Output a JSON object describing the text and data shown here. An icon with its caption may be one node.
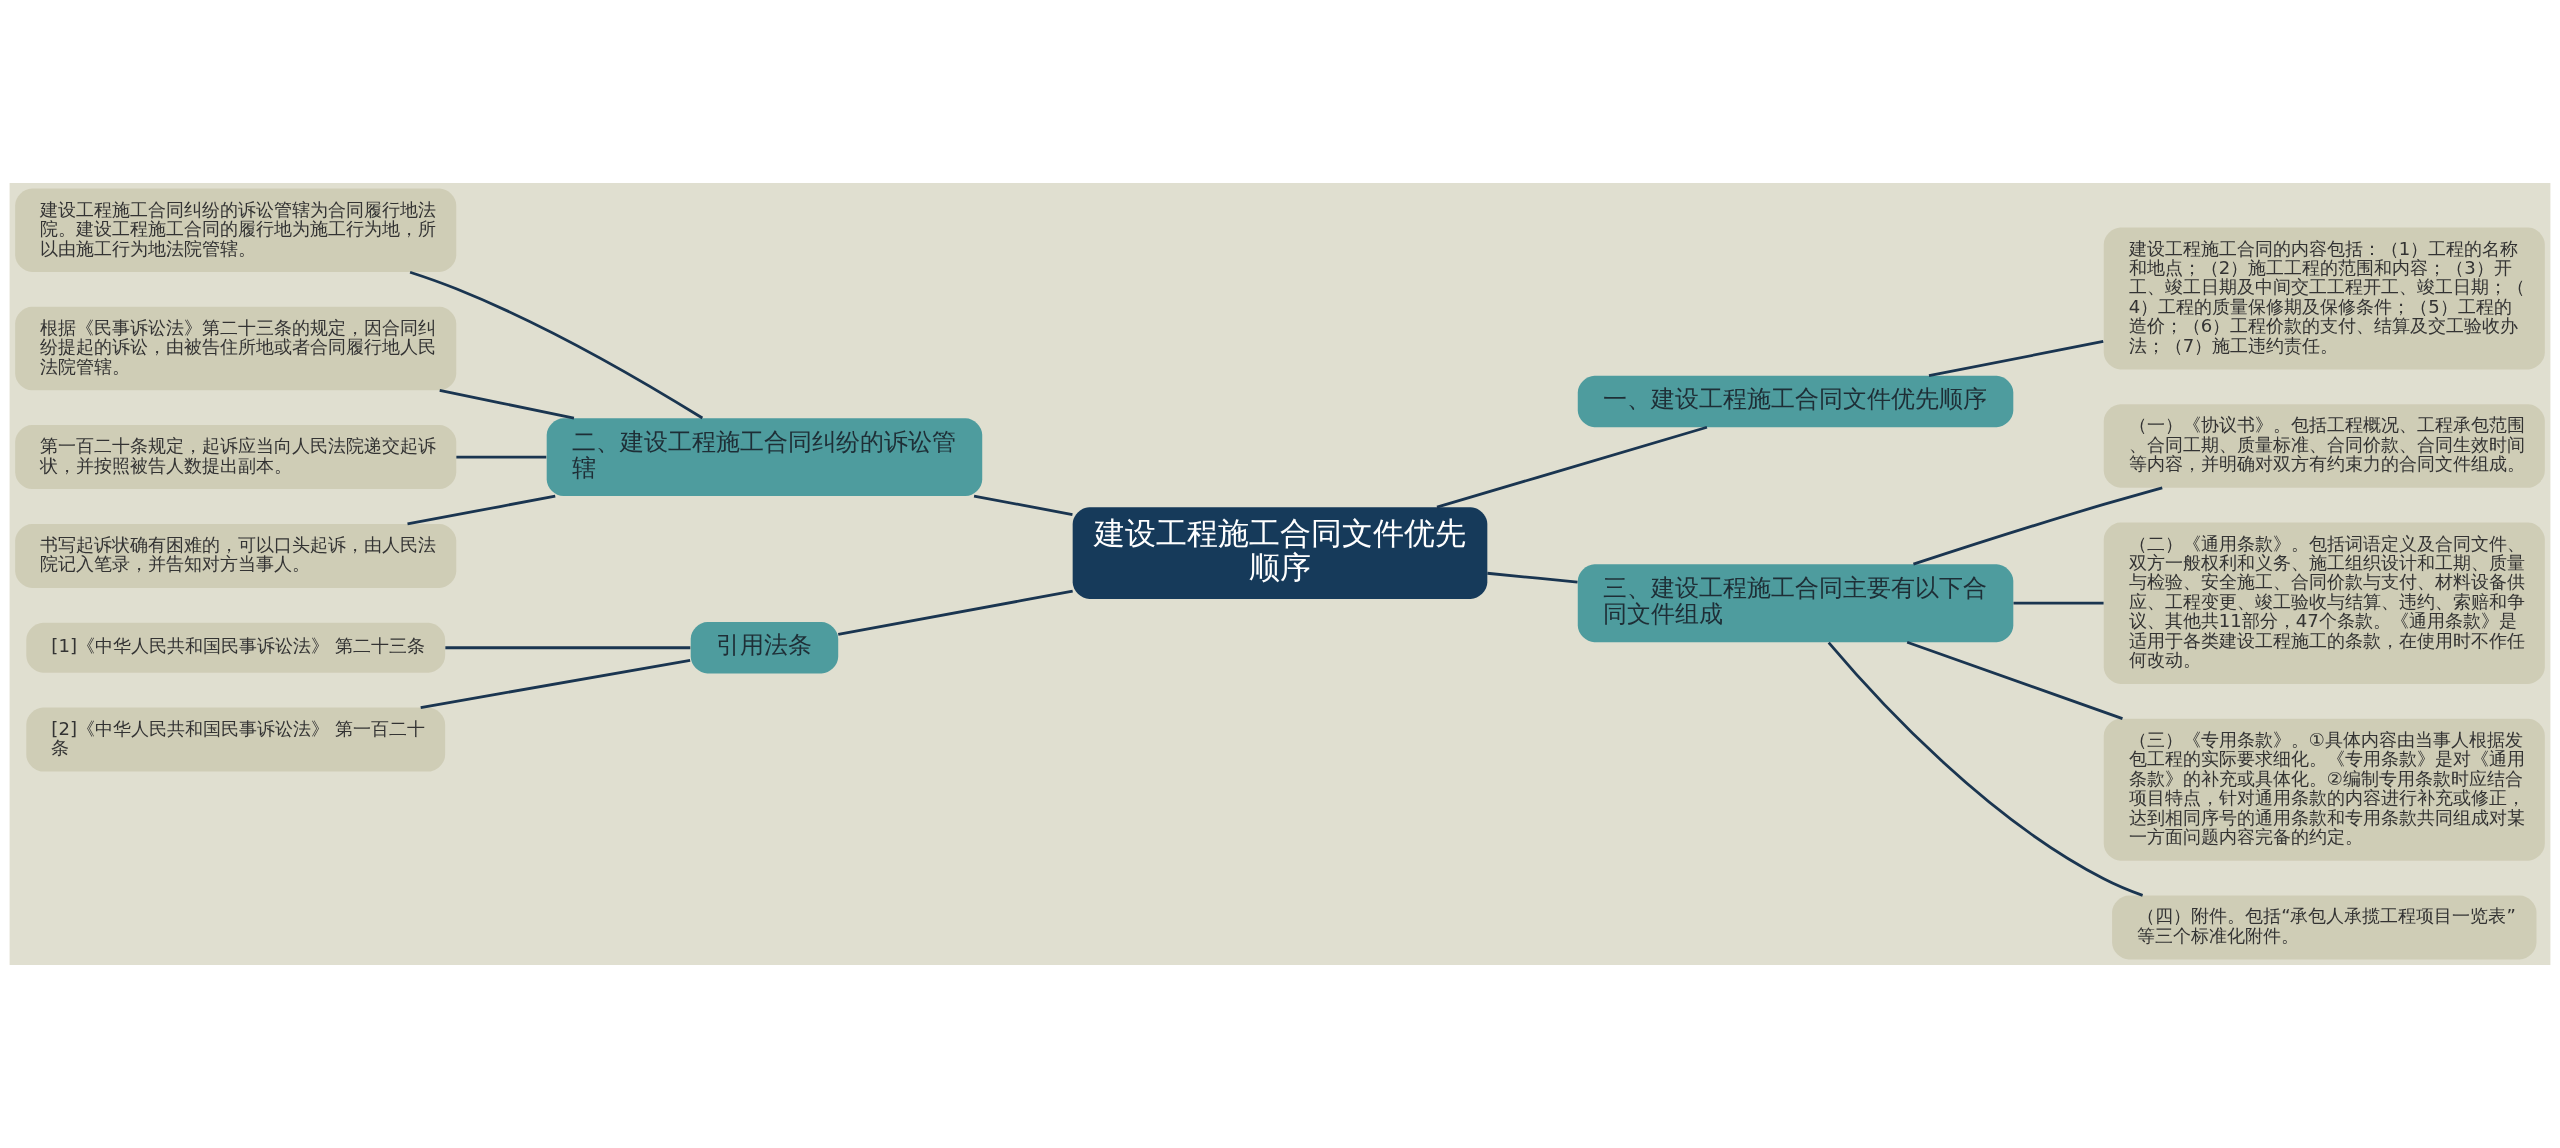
{
  "diagram": {
    "nodes": [
      {
        "text": [
          "建设工程施工合同文件优先顺序"
        ]
      },
      {
        "text": [
          "一、建设工程施工合同文件优先顺序"
        ]
      },
      {
        "text": [
          "建设工程施工合同的内容包括：（1）工程的名称和地点；（2）施工工程的范围和内容；（3）开工、竣工日期及中间交工工程开工、竣工日期；（4）工程的质量保修期及保修条件；（5）工程的造价；（6）工程价款的支付、结算及交工验收办法；（7）施工违约责任。"
        ]
      },
      {
        "text": [
          "二、建设工程施工合同纠纷的诉讼管辖"
        ]
      },
      {
        "text": [
          "建设工程施工合同纠纷的诉讼管辖为合同履行地法院。建设工程施工合同的履行地为施工行为地，所以由施工行为地法院管辖。"
        ]
      },
      {
        "text": [
          "根据《民事诉讼法》第二十三条的规定，因合同纠纷提起的诉讼，由被告住所地或者合同履行地人民法院管辖。"
        ]
      },
      {
        "text": [
          "第一百二十条规定，起诉应当向人民法院递交起诉状，并按照被告人数提出副本。"
        ]
      },
      {
        "text": [
          "书写起诉状确有困难的，可以口头起诉，由人民法院记入笔录，并告知对方当事人。"
        ]
      },
      {
        "text": [
          "引用法条"
        ]
      },
      {
        "text": [
          "[1]《中华人民共和国民事诉讼法》 第二十三条"
        ]
      },
      {
        "text": [
          "[2]《中华人民共和国民事诉讼法》 第一百二十条"
        ]
      },
      {
        "text": [
          "三、建设工程施工合同主要有以下合同文件组成"
        ]
      },
      {
        "text": [
          "（一）《协议书》。包括工程概况、工程承包范围、合同工期、质量标准、合同价款、合同生效时间等内容，并明确对双方有约束力的合同文件组成。"
        ]
      },
      {
        "text": [
          "（二）《通用条款》。包括词语定义及合同文件、双方一般权利和义务、施工组织设计和工期、质量与检验、安全施工、合同价款与支付、材料设备供应、工程变更、竣工验收与结算、违约、索赔和争议、其他共11部分，47个条款。《通用条款》是适用于各类建设工程施工的条款，在使用时不作任何改动。"
        ]
      },
      {
        "text": [
          "（三）《专用条款》。①具体内容由当事人根据发包工程的实际要求细化。《专用条款》是对《通用条款》的补充或具体化。②编制专用条款时应结合项目特点，针对通用条款的内容进行补充或修正，达到相同序号的通用条款和专用条款共同组成对某一方面问题内容完备的约定。"
        ]
      },
      {
        "text": [
          "（四）附件。包括“承包人承揽工程项目一览表”等三个标准化附件。"
        ]
      }
    ],
    "edges": [
      {
        "from": 0,
        "to": 1,
        "arrow": "none"
      },
      {
        "from": 1,
        "to": 2,
        "arrow": "none"
      },
      {
        "from": 0,
        "to": 3,
        "arrow": "none"
      },
      {
        "from": 3,
        "to": 4,
        "arrow": "none"
      },
      {
        "from": 3,
        "to": 5,
        "arrow": "none"
      },
      {
        "from": 3,
        "to": 6,
        "arrow": "none"
      },
      {
        "from": 3,
        "to": 7,
        "arrow": "none"
      },
      {
        "from": 0,
        "to": 8,
        "arrow": "none"
      },
      {
        "from": 8,
        "to": 9,
        "arrow": "none"
      },
      {
        "from": 8,
        "to": 10,
        "arrow": "none"
      },
      {
        "from": 0,
        "to": 11,
        "arrow": "none"
      },
      {
        "from": 11,
        "to": 12,
        "arrow": "none"
      },
      {
        "from": 11,
        "to": 13,
        "arrow": "none"
      },
      {
        "from": 11,
        "to": 14,
        "arrow": "none"
      },
      {
        "from": 11,
        "to": 15,
        "arrow": "none"
      }
    ]
  }
}
